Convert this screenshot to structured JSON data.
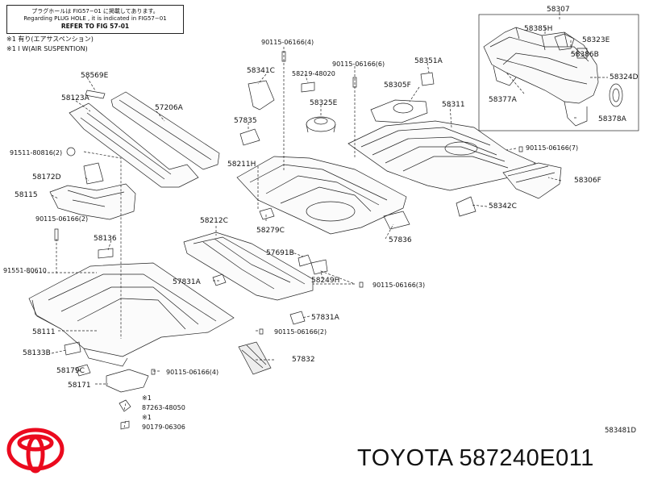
{
  "note": {
    "line1": "プラグホールは FIG57−01 に掲載してあります。",
    "line2": "Regarding PLUG HOLE , it is indicated in FIG57−01",
    "line3": "REFER TO FIG 57-01"
  },
  "legend": {
    "line1": "※1 有り(エアサスペンション)",
    "line2": "※1 I W(AIR SUSPENTION)"
  },
  "marks": {
    "star1": "※1"
  },
  "labels": {
    "p58307": "58307",
    "p58385H": "58385H",
    "p58323E": "58323E",
    "p58386B": "58386B",
    "p58324D": "58324D",
    "p58377A": "58377A",
    "p58378A": "58378A",
    "p90115_4a": "90115-06166(4)",
    "p90115_6": "90115-06166(6)",
    "p58351A": "58351A",
    "p58341C": "58341C",
    "p58219": "58219-48020",
    "p58305F": "58305F",
    "p58569E": "58569E",
    "p58123A": "58123A",
    "p57206A": "57206A",
    "p58325E": "58325E",
    "p58311": "58311",
    "p57835": "57835",
    "p91511": "91511-80816(2)",
    "p90115_7": "90115-06166(7)",
    "p58172D": "58172D",
    "p58211H": "58211H",
    "p58306F": "58306F",
    "p58115": "58115",
    "p58342C": "58342C",
    "p90115_2a": "90115-06166(2)",
    "p58212C": "58212C",
    "p58279C": "58279C",
    "p58136": "58136",
    "p57836": "57836",
    "p57691B": "57691B",
    "p91551": "91551-80610",
    "p57831A_1": "57831A",
    "p58249H": "58249H",
    "p90115_3": "90115-06166(3)",
    "p58111": "58111",
    "p57831A_2": "57831A",
    "p90115_2b": "90115-06166(2)",
    "p58133B": "58133B",
    "p57832": "57832",
    "p58179C": "58179C",
    "p90115_4b": "90115-06166(4)",
    "p58171": "58171",
    "p87263": "87263-48050",
    "p90179": "90179-06306"
  },
  "diagram_code": "583481D",
  "brand_text": "TOYOTA 587240E011",
  "logo_icon": "toyota-logo-icon",
  "colors": {
    "logo": "#eb0a1e",
    "ink": "#111111"
  }
}
